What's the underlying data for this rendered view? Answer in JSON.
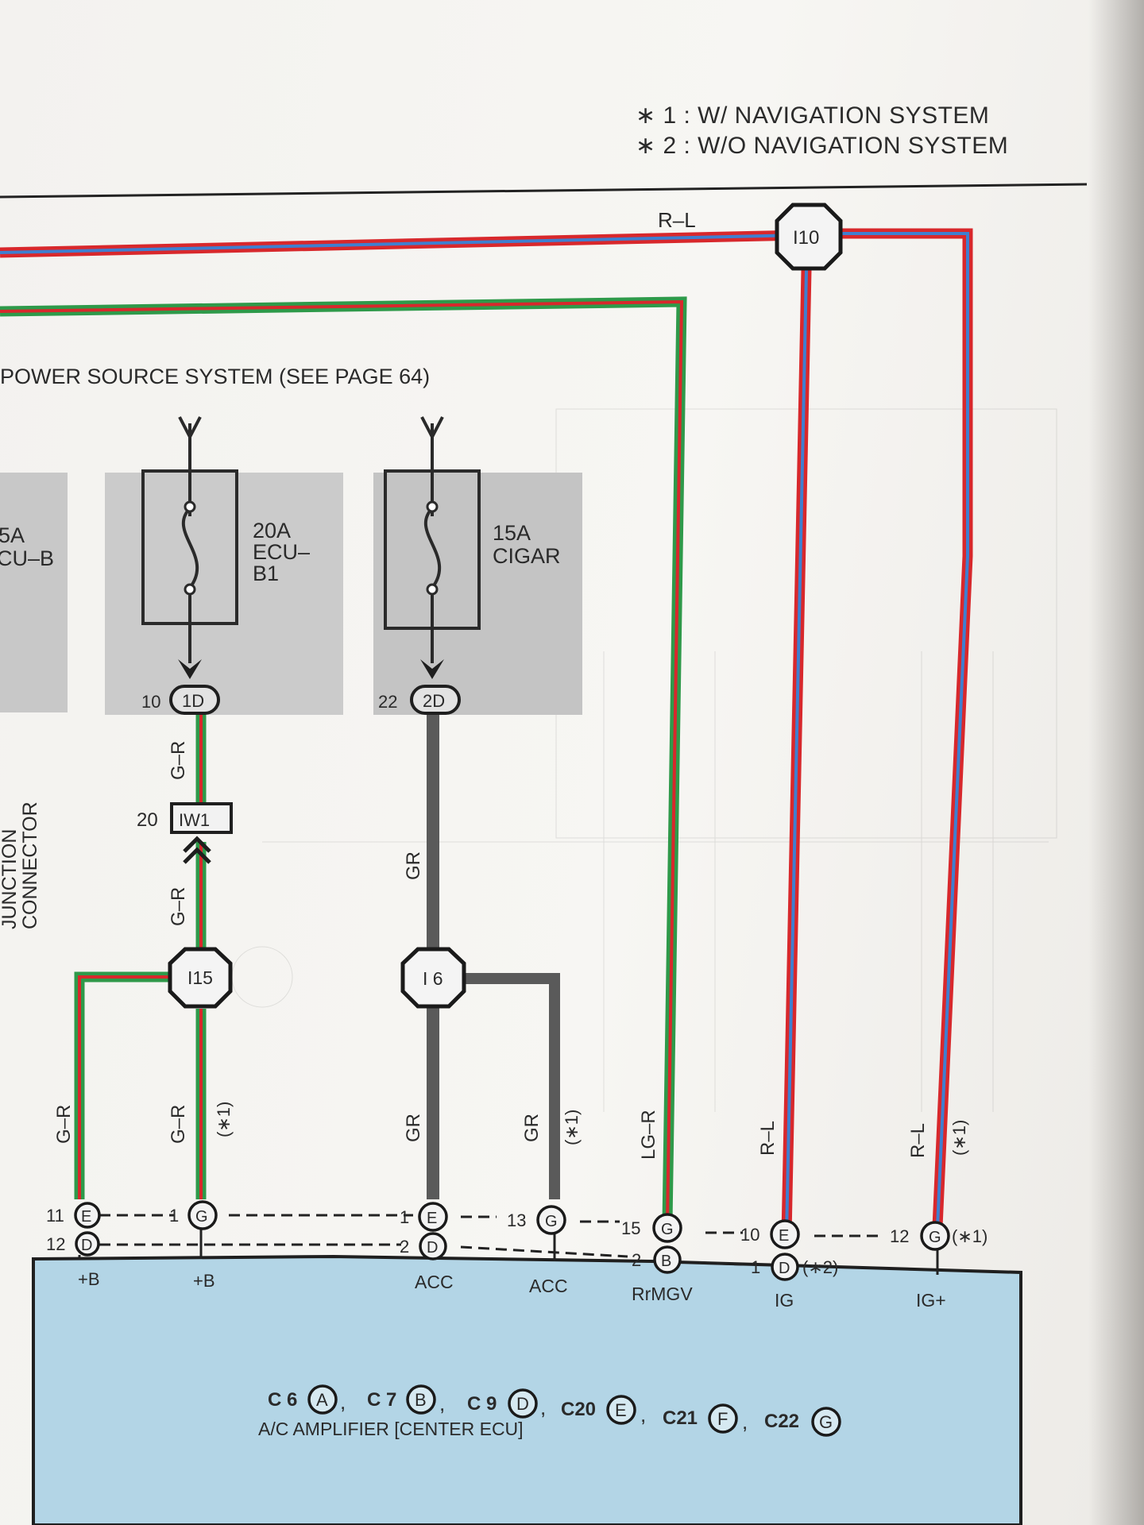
{
  "notes": [
    {
      "mark": "∗",
      "text": "1 : W/ NAVIGATION SYSTEM"
    },
    {
      "mark": "∗",
      "text": "2 : W/O NAVIGATION SYSTEM"
    }
  ],
  "power_source_label": "POWER SOURCE SYSTEM (SEE PAGE 64)",
  "junction_connector_label": [
    "JUNCTION",
    "CONNECTOR"
  ],
  "fuses": [
    {
      "lines": [
        "5A",
        "CU–B"
      ]
    },
    {
      "lines": [
        "20A",
        "ECU–",
        "B1"
      ]
    },
    {
      "lines": [
        "15A",
        "CIGAR"
      ]
    }
  ],
  "connectors": {
    "fuse1": {
      "pin": "10",
      "code": "1D"
    },
    "fuse2": {
      "pin": "22",
      "code": "2D"
    },
    "iw1": {
      "pin": "20",
      "code": "IW1"
    }
  },
  "junctions": [
    "I10",
    "I15",
    "I 6"
  ],
  "wire_labels": {
    "top_bus": "R–L",
    "gr1": "G–R",
    "gr2": "G–R",
    "gr_gray": "GR",
    "left_down": "G–R",
    "i15_down": "G–R",
    "i15_note": "(∗1)",
    "i6_down": "GR",
    "i6_right": "GR",
    "i6_right_note": "(∗1)",
    "lg": "LG–R",
    "rl1": "R–L",
    "rl2": "R–L",
    "rl2_note": "(∗1)"
  },
  "terminals": [
    {
      "pin": "11",
      "letter": "E"
    },
    {
      "pin": "12",
      "letter": "D"
    },
    {
      "pin": "1",
      "letter": "G"
    },
    {
      "pin": "1",
      "letter": "E"
    },
    {
      "pin": "2",
      "letter": "D"
    },
    {
      "pin": "13",
      "letter": "G"
    },
    {
      "pin": "15",
      "letter": "G"
    },
    {
      "pin": "2",
      "letter": "B"
    },
    {
      "pin": "10",
      "letter": "E"
    },
    {
      "pin": "1",
      "letter": "D",
      "note": "(∗2)"
    },
    {
      "pin": "12",
      "letter": "G",
      "note": "(∗1)"
    }
  ],
  "signals": [
    "+B",
    "+B",
    "ACC",
    "ACC",
    "RrMGV",
    "IG",
    "IG+"
  ],
  "amplifier": {
    "connectors": [
      {
        "code": "C 6",
        "letter": "A"
      },
      {
        "code": "C 7",
        "letter": "B"
      },
      {
        "code": "C 9",
        "letter": "D"
      },
      {
        "code": "C20",
        "letter": "E"
      },
      {
        "code": "C21",
        "letter": "F"
      },
      {
        "code": "C22",
        "letter": "G"
      }
    ],
    "separator": ",",
    "title": "A/C AMPLIFIER [CENTER ECU]"
  },
  "colors": {
    "red": "#d8282c",
    "blue": "#3f7fd0",
    "green": "#2e9a4a",
    "gray_wire": "#5a5a5a",
    "amp_fill": "#b3d5e6",
    "fuse_box": "#cfcfcf",
    "line": "#222222"
  }
}
